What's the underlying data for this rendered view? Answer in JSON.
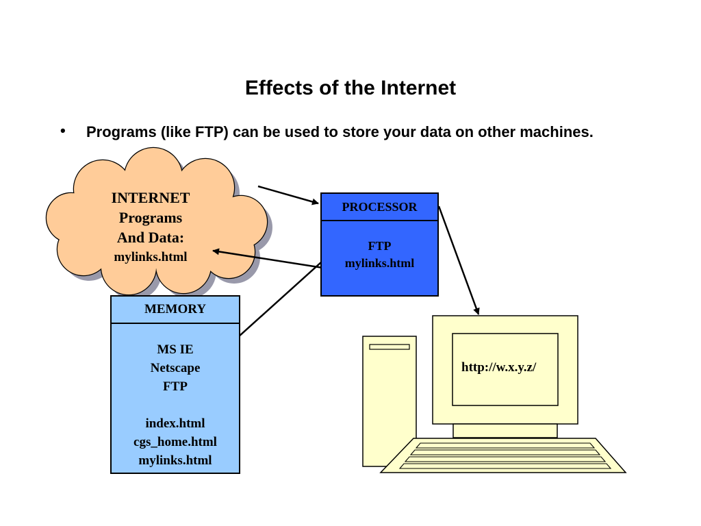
{
  "slide": {
    "title": "Effects of the Internet",
    "bullet_symbol": "•",
    "bullet_text": "Programs (like FTP) can be used to store your data on other machines."
  },
  "cloud": {
    "line1": "INTERNET",
    "line2": "Programs",
    "line3": "And Data:",
    "line4": "mylinks.html",
    "fill": "#ffcc99"
  },
  "processor": {
    "header": "PROCESSOR",
    "items": [
      "FTP",
      "mylinks.html"
    ],
    "fill": "#3366ff"
  },
  "memory": {
    "header": "MEMORY",
    "programs": [
      "MS IE",
      "Netscape",
      "FTP"
    ],
    "files": [
      "index.html",
      "cgs_home.html",
      "mylinks.html"
    ],
    "fill": "#99ccff"
  },
  "computer": {
    "screen_text": "http://w.x.y.z/",
    "fill": "#ffffcc"
  }
}
